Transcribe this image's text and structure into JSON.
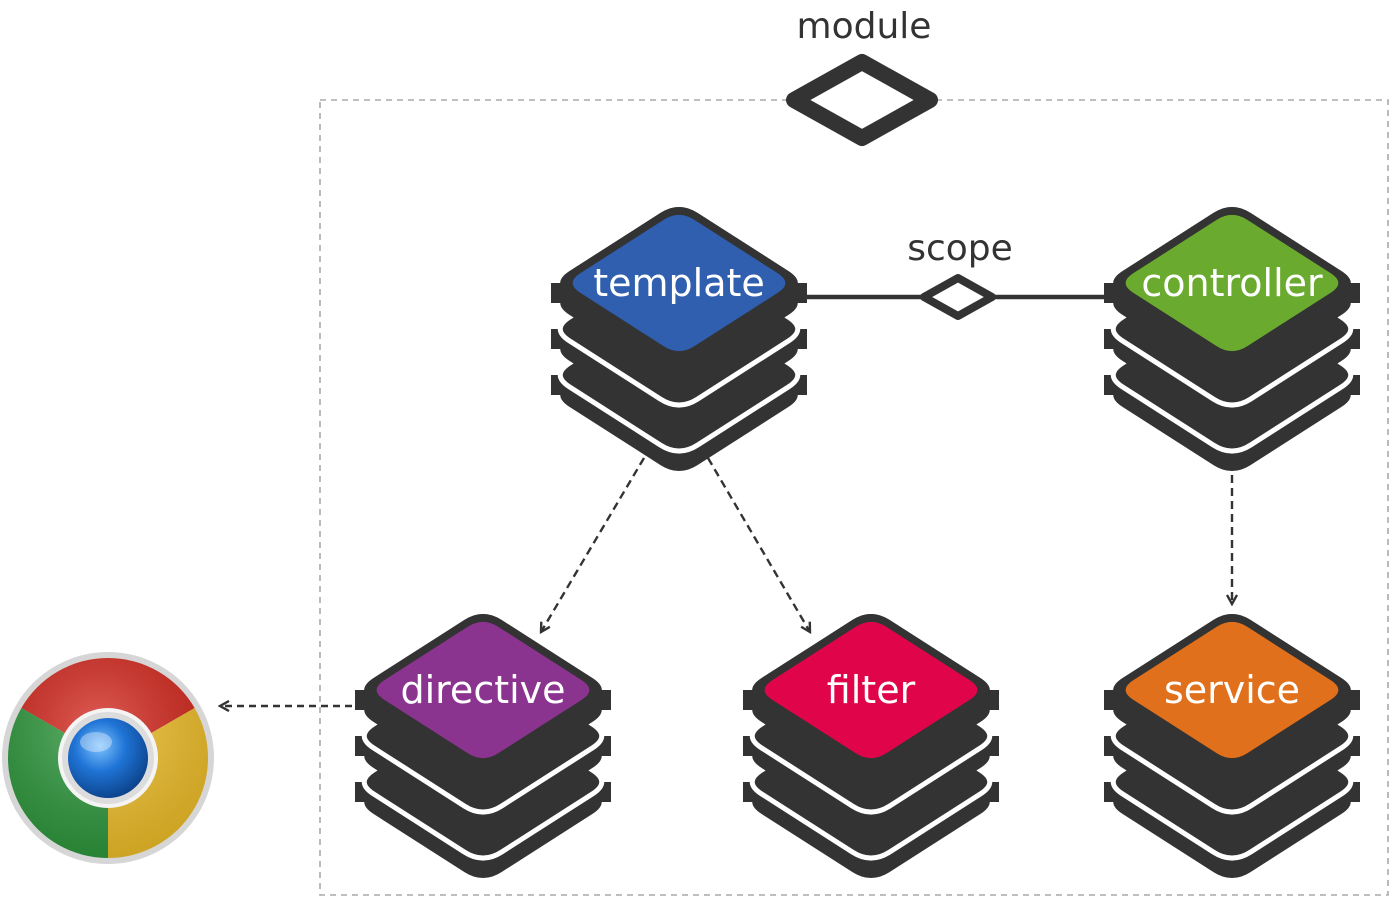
{
  "module": {
    "label": "module"
  },
  "link": {
    "label": "scope"
  },
  "nodes": [
    {
      "id": "template",
      "label": "template",
      "color": "#2f5fae"
    },
    {
      "id": "controller",
      "label": "controller",
      "color": "#6aaa2e"
    },
    {
      "id": "directive",
      "label": "directive",
      "color": "#8a3490"
    },
    {
      "id": "filter",
      "label": "filter",
      "color": "#e0054a"
    },
    {
      "id": "service",
      "label": "service",
      "color": "#e0701c"
    }
  ],
  "browser": {
    "icon": "chrome-icon"
  },
  "colors": {
    "stack": "#333333",
    "divider": "#ffffff",
    "border": "#aaaaaa"
  }
}
